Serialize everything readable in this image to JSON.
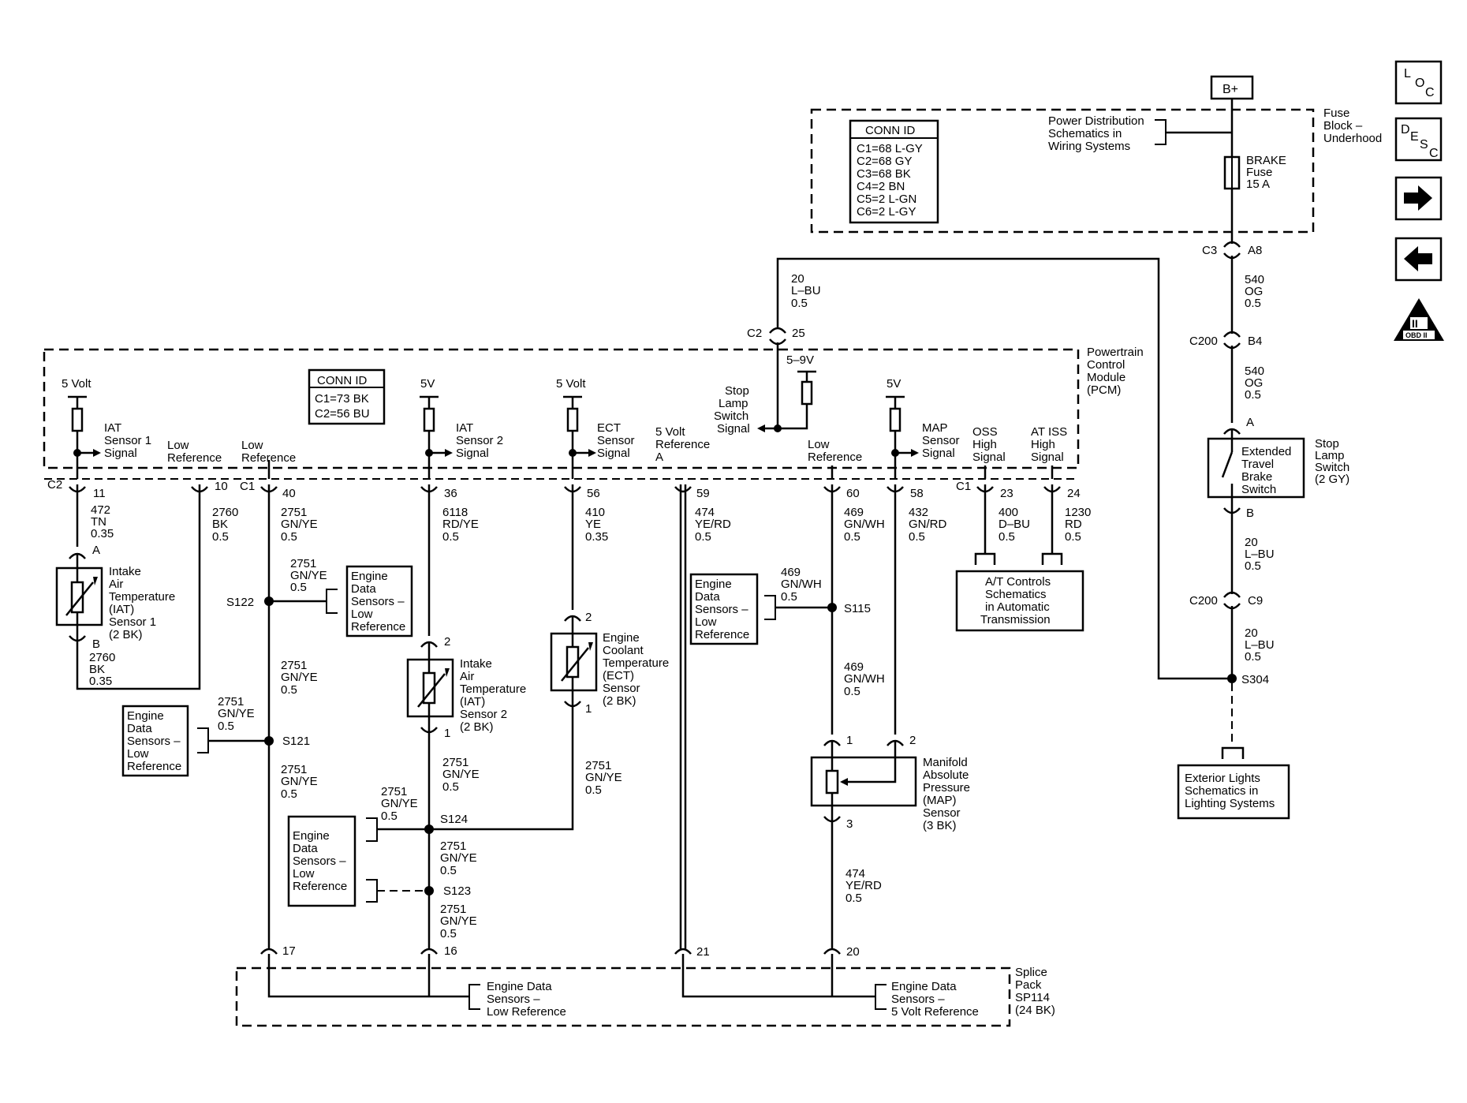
{
  "nav": {
    "loc": {
      "l": "L",
      "o": "O",
      "c": "C"
    },
    "desc": {
      "d": "D",
      "e": "E",
      "s": "S",
      "c": "C"
    },
    "obd": {
      "roman": "II",
      "label": "OBD II"
    }
  },
  "fuse_block": {
    "label": [
      "Fuse",
      "Block –",
      "Underhood"
    ],
    "bplus": "B+",
    "conn_id_title": "CONN ID",
    "conn_ids": [
      "C1=68 L-GY",
      "C2=68 GY",
      "C3=68 BK",
      "C4=2 BN",
      "C5=2 L-GN",
      "C6=2 L-GY"
    ],
    "power_dist": [
      "Power Distribution",
      "Schematics in",
      "Wiring Systems"
    ],
    "brake_fuse": [
      "BRAKE",
      "Fuse",
      "15 A"
    ],
    "c3": "C3",
    "a8": "A8"
  },
  "right_branch": {
    "w540a": [
      "540",
      "OG",
      "0.5"
    ],
    "c200a": "C200",
    "b4": "B4",
    "w540b": [
      "540",
      "OG",
      "0.5"
    ],
    "pin_a": "A",
    "switch": [
      "Extended",
      "Travel",
      "Brake",
      "Switch"
    ],
    "stop_switch": [
      "Stop",
      "Lamp",
      "Switch",
      "(2 GY)"
    ],
    "pin_b": "B",
    "w20a": [
      "20",
      "L–BU",
      "0.5"
    ],
    "c200b": "C200",
    "c9": "C9",
    "w20b": [
      "20",
      "L–BU",
      "0.5"
    ],
    "s304": "S304",
    "exterior": [
      "Exterior Lights",
      "Schematics in",
      "Lighting Systems"
    ]
  },
  "top_wire": {
    "w20": [
      "20",
      "L–BU",
      "0.5"
    ],
    "c2": "C2",
    "p25": "25"
  },
  "pcm": {
    "label": [
      "Powertrain",
      "Control",
      "Module",
      "(PCM)"
    ],
    "conn_id_title": "CONN ID",
    "conn_ids": [
      "C1=73 BK",
      "C2=56 BU"
    ],
    "iat1": {
      "supply": "5 Volt",
      "signal": [
        "IAT",
        "Sensor 1",
        "Signal"
      ],
      "conn": "C2",
      "pin": "11",
      "wire": [
        "472",
        "TN",
        "0.35"
      ]
    },
    "lowref1": {
      "label": [
        "Low",
        "Reference"
      ],
      "pin": "10",
      "wire": [
        "2760",
        "BK",
        "0.5"
      ]
    },
    "lowref2": {
      "label": [
        "Low",
        "Reference"
      ],
      "conn": "C1",
      "pin": "40",
      "wire": [
        "2751",
        "GN/YE",
        "0.5"
      ]
    },
    "iat2": {
      "supply": "5V",
      "signal": [
        "IAT",
        "Sensor 2",
        "Signal"
      ],
      "pin": "36",
      "wire": [
        "6118",
        "RD/YE",
        "0.5"
      ]
    },
    "ect": {
      "supply": "5 Volt",
      "signal": [
        "ECT",
        "Sensor",
        "Signal"
      ],
      "pin": "56",
      "wire": [
        "410",
        "YE",
        "0.35"
      ]
    },
    "vref": {
      "label": [
        "5 Volt",
        "Reference",
        "A"
      ],
      "pin": "59",
      "wire": [
        "474",
        "YE/RD",
        "0.5"
      ]
    },
    "stop_signal": {
      "supply": "5–9V",
      "label": [
        "Stop",
        "Lamp",
        "Switch",
        "Signal"
      ]
    },
    "lowref3": {
      "label": [
        "Low",
        "Reference"
      ],
      "pin": "60",
      "wire": [
        "469",
        "GN/WH",
        "0.5"
      ]
    },
    "map": {
      "supply": "5V",
      "signal": [
        "MAP",
        "Sensor",
        "Signal"
      ],
      "pin": "58",
      "wire": [
        "432",
        "GN/RD",
        "0.5"
      ]
    },
    "oss": {
      "signal": [
        "OSS",
        "High",
        "Signal"
      ],
      "conn": "C1",
      "pin": "23",
      "wire": [
        "400",
        "D–BU",
        "0.5"
      ]
    },
    "atiss": {
      "signal": [
        "AT ISS",
        "High",
        "Signal"
      ],
      "pin": "24",
      "wire": [
        "1230",
        "RD",
        "0.5"
      ]
    }
  },
  "at_controls": [
    "A/T Controls",
    "Schematics",
    "in Automatic",
    "Transmission"
  ],
  "iat1_sensor": {
    "pin_a": "A",
    "label": [
      "Intake",
      "Air",
      "Temperature",
      "(IAT)",
      "Sensor 1",
      "(2 BK)"
    ],
    "pin_b": "B",
    "wire": [
      "2760",
      "BK",
      "0.35"
    ]
  },
  "s122": {
    "label": "S122",
    "wire": [
      "2751",
      "GN/YE",
      "0.5"
    ],
    "ref": [
      "Engine",
      "Data",
      "Sensors –",
      "Low",
      "Reference"
    ]
  },
  "s121": {
    "label": "S121",
    "wire_above": [
      "2751",
      "GN/YE",
      "0.5"
    ],
    "wire_branch": [
      "2751",
      "GN/YE",
      "0.5"
    ],
    "wire_below": [
      "2751",
      "GN/YE",
      "0.5"
    ],
    "ref": [
      "Engine",
      "Data",
      "Sensors –",
      "Low",
      "Reference"
    ]
  },
  "iat2_sensor": {
    "pin_top": "2",
    "label": [
      "Intake",
      "Air",
      "Temperature",
      "(IAT)",
      "Sensor 2",
      "(2 BK)"
    ],
    "pin_bottom": "1",
    "wire": [
      "2751",
      "GN/YE",
      "0.5"
    ]
  },
  "ect_sensor": {
    "pin_top": "2",
    "label": [
      "Engine",
      "Coolant",
      "Temperature",
      "(ECT)",
      "Sensor",
      "(2 BK)"
    ],
    "pin_bottom": "1",
    "wire": [
      "2751",
      "GN/YE",
      "0.5"
    ]
  },
  "s124": {
    "label": "S124",
    "wire_branch": [
      "2751",
      "GN/YE",
      "0.5"
    ],
    "wire_below": [
      "2751",
      "GN/YE",
      "0.5"
    ],
    "ref": [
      "Engine",
      "Data",
      "Sensors –",
      "Low",
      "Reference"
    ]
  },
  "s123": {
    "label": "S123",
    "wire_below": [
      "2751",
      "GN/YE",
      "0.5"
    ]
  },
  "s115": {
    "label": "S115",
    "wire_branch": [
      "469",
      "GN/WH",
      "0.5"
    ],
    "wire_below": [
      "469",
      "GN/WH",
      "0.5"
    ],
    "ref": [
      "Engine",
      "Data",
      "Sensors –",
      "Low",
      "Reference"
    ]
  },
  "map_sensor": {
    "pin1": "1",
    "pin2": "2",
    "pin3": "3",
    "label": [
      "Manifold",
      "Absolute",
      "Pressure",
      "(MAP)",
      "Sensor",
      "(3 BK)"
    ],
    "wire": [
      "474",
      "YE/RD",
      "0.5"
    ]
  },
  "splice_pack": {
    "label": [
      "Splice",
      "Pack",
      "SP114",
      "(24 BK)"
    ],
    "p17": "17",
    "p16": "16",
    "p21": "21",
    "p20": "20",
    "low_ref": [
      "Engine Data",
      "Sensors –",
      "Low Reference"
    ],
    "vref": [
      "Engine Data",
      "Sensors –",
      "5 Volt Reference"
    ]
  }
}
